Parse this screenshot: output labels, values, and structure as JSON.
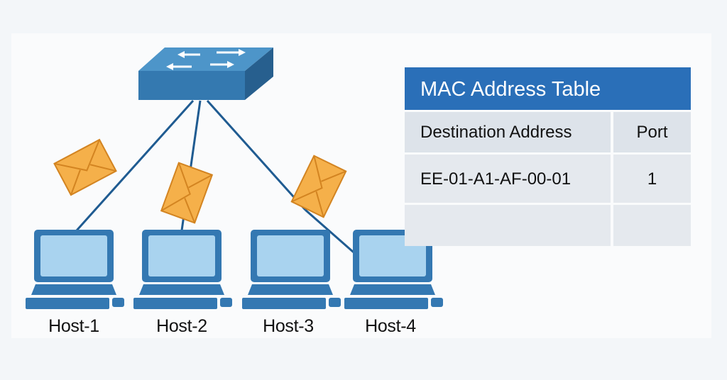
{
  "diagram": {
    "colors": {
      "switch_top": "#4d95c9",
      "switch_front": "#3479b0",
      "switch_side": "#275f8e",
      "link": "#1f5b91",
      "envelope": "#f5b04a",
      "envelope_edge": "#d38421",
      "screen": "#a9d3ef",
      "monitor": "#3478b2"
    },
    "hosts": [
      {
        "label": "Host-1"
      },
      {
        "label": "Host-2"
      },
      {
        "label": "Host-3"
      },
      {
        "label": "Host-4"
      }
    ]
  },
  "mac_table": {
    "title": "MAC Address Table",
    "headers": {
      "address": "Destination Address",
      "port": "Port"
    },
    "rows": [
      {
        "address": "EE-01-A1-AF-00-01",
        "port": "1"
      },
      {
        "address": "",
        "port": ""
      }
    ]
  }
}
